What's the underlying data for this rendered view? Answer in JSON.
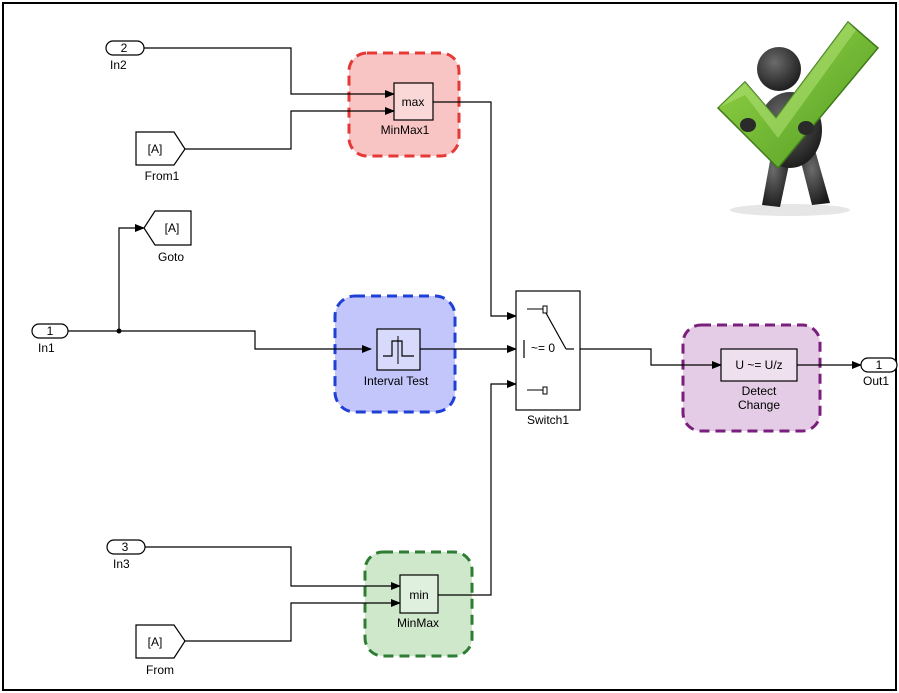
{
  "diagram": {
    "inports": [
      {
        "number": "2",
        "name": "In2"
      },
      {
        "number": "1",
        "name": "In1"
      },
      {
        "number": "3",
        "name": "In3"
      }
    ],
    "outport": {
      "number": "1",
      "name": "Out1"
    },
    "from_blocks": [
      {
        "tag": "[A]",
        "name": "From1"
      },
      {
        "tag": "[A]",
        "name": "From"
      }
    ],
    "goto_block": {
      "tag": "[A]",
      "name": "Goto"
    },
    "minmax1": {
      "op": "max",
      "name": "MinMax1",
      "highlight_color": "#e53935"
    },
    "minmax": {
      "op": "min",
      "name": "MinMax",
      "highlight_color": "#2e7d32"
    },
    "interval_test": {
      "name": "Interval Test",
      "highlight_color": "#1f3fd6"
    },
    "switch": {
      "criteria": "~= 0",
      "name": "Switch1"
    },
    "detect_change": {
      "expr": "U ~= U/z",
      "name_line1": "Detect",
      "name_line2": "Change",
      "highlight_color": "#7b1f7d"
    },
    "checkmark_color": "#6cbf2f"
  }
}
